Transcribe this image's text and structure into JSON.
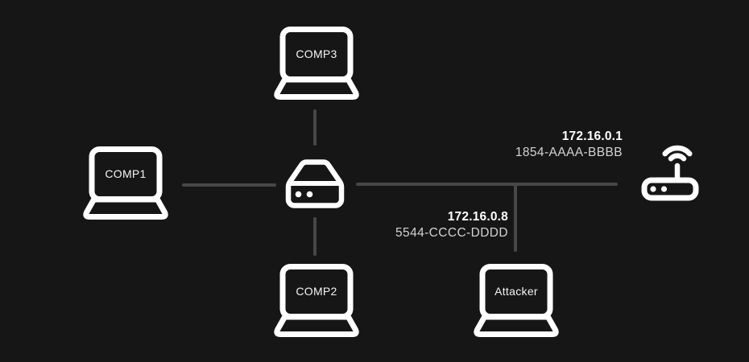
{
  "nodes": {
    "comp1": {
      "label": "COMP1"
    },
    "comp2": {
      "label": "COMP2"
    },
    "comp3": {
      "label": "COMP3"
    },
    "attacker": {
      "label": "Attacker"
    },
    "switch": {
      "icon": "switch-icon"
    },
    "router": {
      "icon": "wifi-router-icon"
    }
  },
  "annotations": {
    "router": {
      "ip": "172.16.0.1",
      "hwid": "1854-AAAA-BBBB"
    },
    "attacker": {
      "ip": "172.16.0.8",
      "hwid": "5544-CCCC-DDDD"
    }
  },
  "colors": {
    "background": "#161616",
    "link_line": "#474747",
    "device_stroke": "#ffffff",
    "device_label_text": "#f5f5f5",
    "ip_text": "#ffffff",
    "hwid_text": "#d4d4d4"
  }
}
